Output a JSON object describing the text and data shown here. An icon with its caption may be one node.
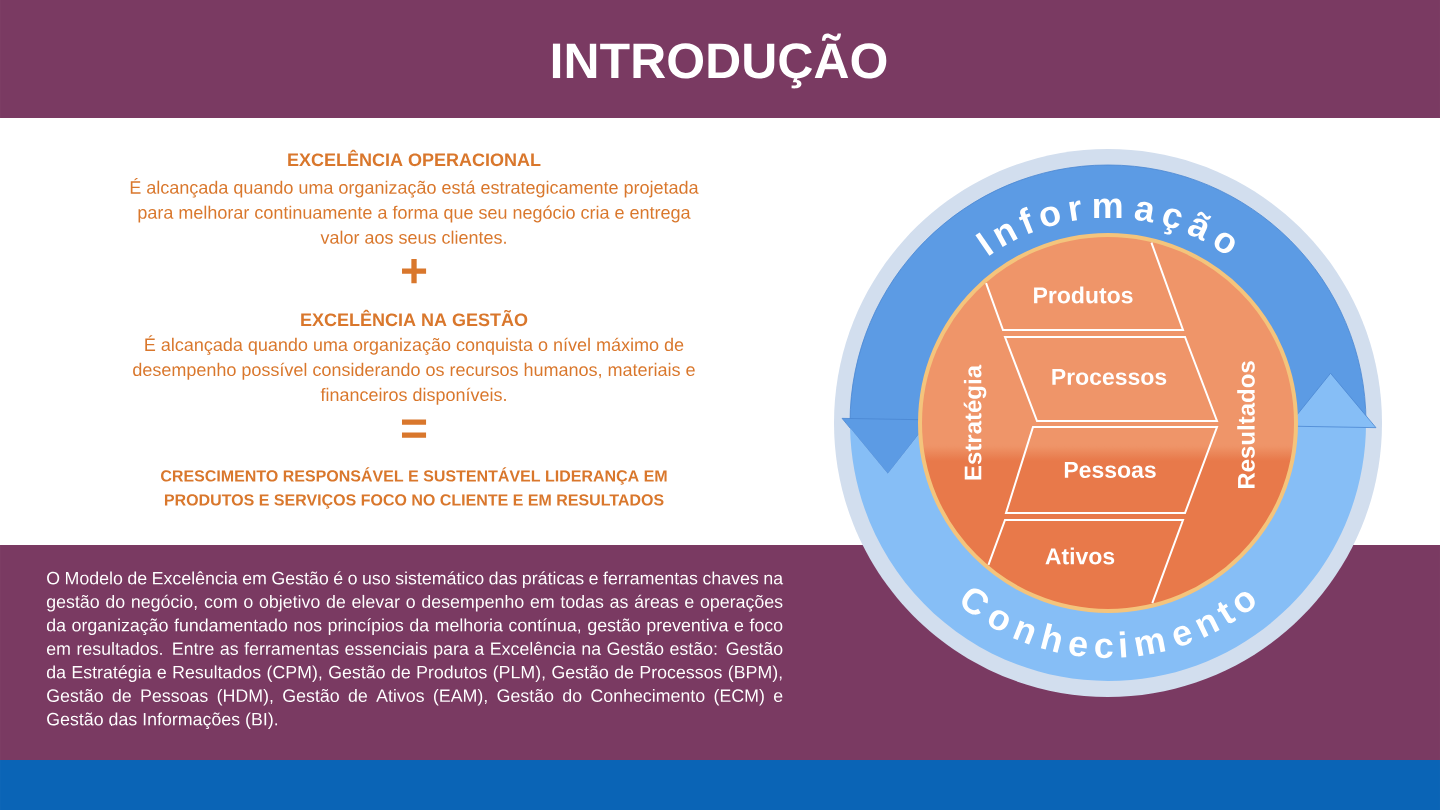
{
  "diagram": {
    "title": "INTRODUÇÃO",
    "nodes": [
      {
        "text": [
          "Informação"
        ]
      },
      {
        "text": [
          "Estratégia",
          "Resultados"
        ]
      },
      {
        "text": [
          "Produtos"
        ],
        "in": 1
      },
      {
        "text": [
          "Processos"
        ],
        "in": 1
      },
      {
        "text": [
          "Pessoas"
        ],
        "in": 1
      },
      {
        "text": [
          "Ativos"
        ],
        "in": 1
      },
      {
        "text": [
          "Conhecimento"
        ]
      }
    ],
    "labels": [
      "EXCELÊNCIA OPERACIONAL",
      "É alcançada quando uma organização está estrategicamente projetada para melhorar continuamente a forma que seu negócio cria e entrega valor aos seus clientes.",
      "+",
      "EXCELÊNCIA NA GESTÃO",
      "É alcançada quando uma organização conquista o nível máximo de desempenho possível considerando os recursos humanos, materiais e financeiros disponíveis.",
      "=",
      "CRESCIMENTO RESPONSÁVEL E SUSTENTÁVEL LIDERANÇA EM PRODUTOS E SERVIÇOS FOCO NO CLIENTE E EM RESULTADOS",
      "O Modelo de Excelência em Gestão é o uso sistemático das práticas e ferramentas chaves na gestão do negócio, com o objetivo de elevar o desempenho em todas as áreas e operações da organização fundamentado nos princípios da melhoria contínua, gestão preventiva e foco em resultados. Entre as ferramentas essenciais para a Excelência na Gestão estão: Gestão da Estratégia e Resultados (CPM), Gestão de Produtos (PLM), Gestão de Processos (BPM), Gestão de Pessoas (HDM), Gestão de Ativos (EAM), Gestão do Conhecimento (ECM) e Gestão das Informações (BI)."
    ]
  }
}
